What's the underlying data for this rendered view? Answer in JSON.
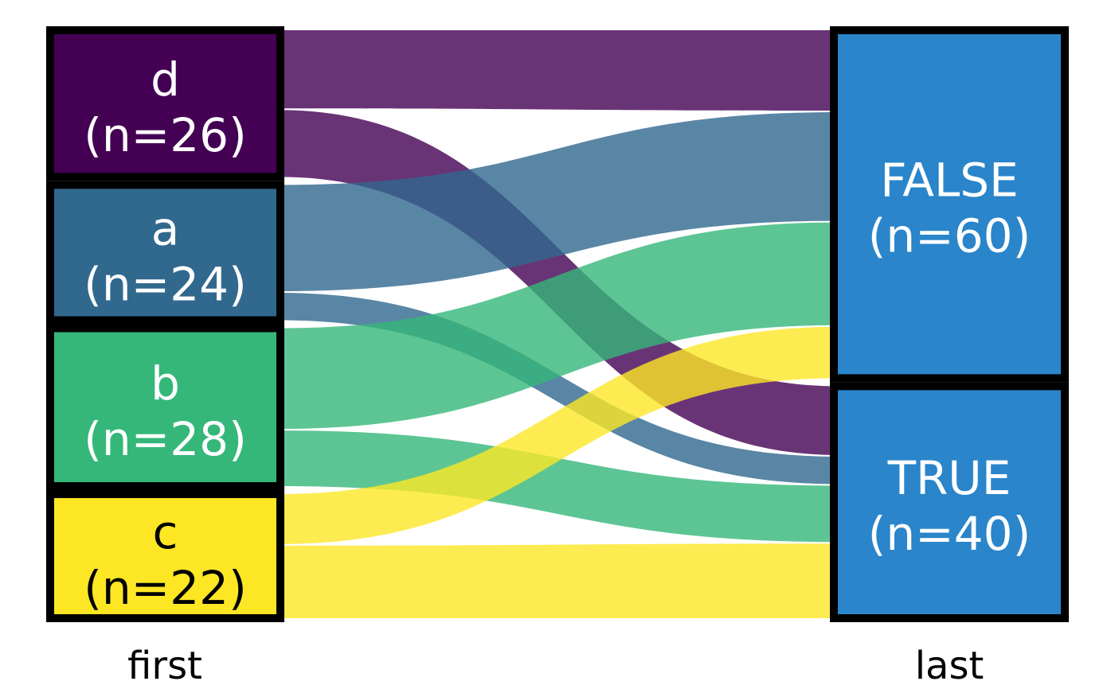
{
  "chart_data": {
    "type": "alluvial",
    "title": "",
    "axes": [
      {
        "id": "first",
        "label": "first"
      },
      {
        "id": "last",
        "label": "last"
      }
    ],
    "left_nodes": [
      {
        "id": "d",
        "label": "d",
        "sublabel": "(n=26)",
        "n": 26,
        "color": "#440154",
        "text_color": "#ffffff"
      },
      {
        "id": "a",
        "label": "a",
        "sublabel": "(n=24)",
        "n": 24,
        "color": "#31688e",
        "text_color": "#ffffff"
      },
      {
        "id": "b",
        "label": "b",
        "sublabel": "(n=28)",
        "n": 28,
        "color": "#35b779",
        "text_color": "#ffffff"
      },
      {
        "id": "c",
        "label": "c",
        "sublabel": "(n=22)",
        "n": 22,
        "color": "#fde725",
        "text_color": "#000000"
      }
    ],
    "right_nodes": [
      {
        "id": "FALSE",
        "label": "FALSE",
        "sublabel": "(n=60)",
        "n": 60,
        "color": "#2a85ca",
        "text_color": "#ffffff"
      },
      {
        "id": "TRUE",
        "label": "TRUE",
        "sublabel": "(n=40)",
        "n": 40,
        "color": "#2a85ca",
        "text_color": "#ffffff"
      }
    ],
    "flows": [
      {
        "from": "d",
        "to": "FALSE",
        "value": 14
      },
      {
        "from": "d",
        "to": "TRUE",
        "value": 12
      },
      {
        "from": "a",
        "to": "FALSE",
        "value": 19
      },
      {
        "from": "a",
        "to": "TRUE",
        "value": 5
      },
      {
        "from": "b",
        "to": "FALSE",
        "value": 18
      },
      {
        "from": "b",
        "to": "TRUE",
        "value": 10
      },
      {
        "from": "c",
        "to": "FALSE",
        "value": 9
      },
      {
        "from": "c",
        "to": "TRUE",
        "value": 13
      }
    ],
    "flow_opacity": 0.8,
    "flow_z_order": [
      "d",
      "a",
      "b",
      "c"
    ],
    "node_border_color": "#000000",
    "background": "#ffffff"
  }
}
